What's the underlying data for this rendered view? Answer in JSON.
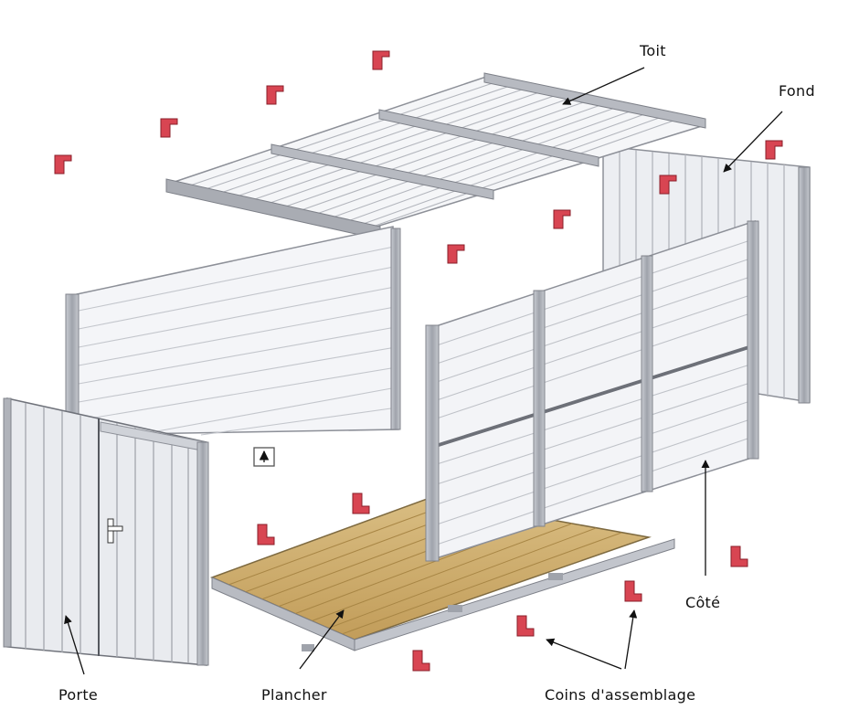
{
  "labels": {
    "roof": "Toit",
    "back": "Fond",
    "side": "Côté",
    "door": "Porte",
    "floor": "Plancher",
    "corners": "Coins d'assemblage"
  },
  "colors": {
    "panel": "#f3f4f7",
    "panel_line": "#b9bcc4",
    "frame": "#a7aab2",
    "floor_wood": "#cba96a",
    "corner": "#d84552",
    "text": "#111111"
  },
  "icons": [
    "corner-bracket-icon",
    "door-handle-icon",
    "arrow-icon"
  ]
}
